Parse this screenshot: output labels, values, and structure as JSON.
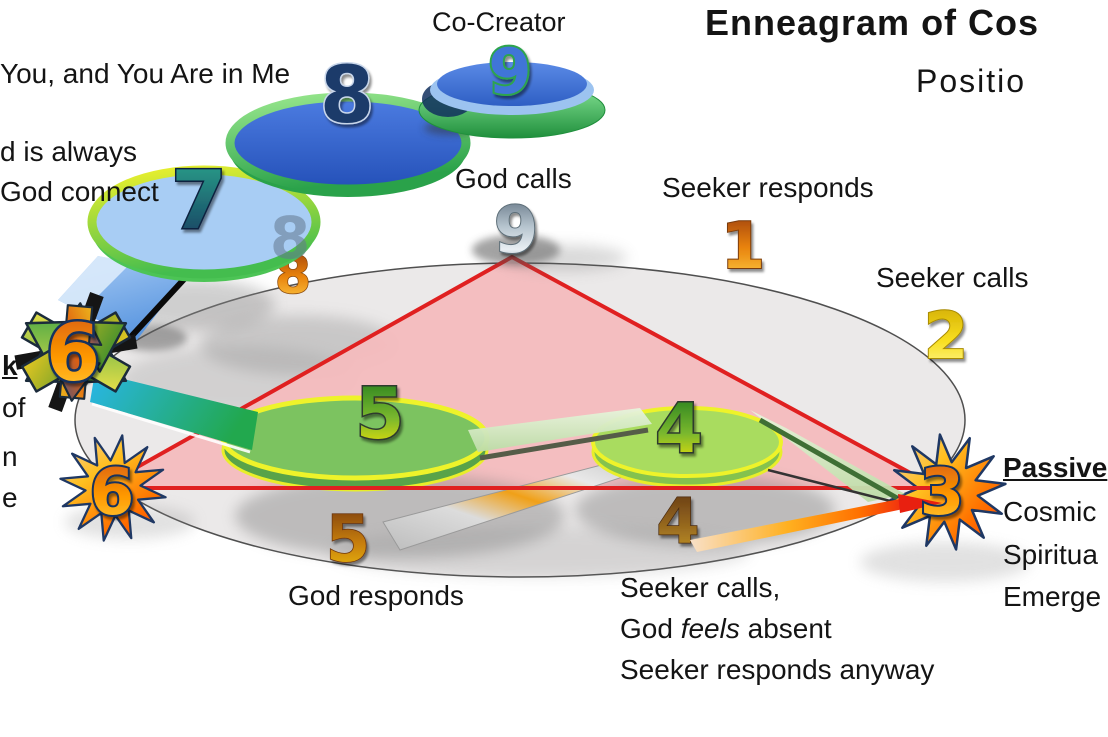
{
  "slide": {
    "title_line1": "Enneagram of Cos",
    "title_line2": "Positio"
  },
  "labels": {
    "co_creator": "Co-Creator",
    "you_me": "You, and You Are in Me",
    "d_always": "d is always",
    "god_connect": "God connect",
    "god_calls": "God calls",
    "seeker_responds": "Seeker responds",
    "seeker_calls": "Seeker calls",
    "god_responds": "God responds",
    "seeker_calls_2": "Seeker calls,",
    "god_feels_pre": "God ",
    "god_feels_italic": "feels",
    "god_feels_post": " absent",
    "seeker_responds_anyway": "Seeker responds anyway",
    "passive": "Passive",
    "cosmic": "Cosmic",
    "spiritua": "Spiritua",
    "emerge": "Emerge",
    "frag_k": "k",
    "frag_of": "of",
    "frag_n": "n",
    "frag_e": "e"
  },
  "numbers": {
    "cocreator_9": "9",
    "disc_8": "8",
    "disc_7": "7",
    "ghost_8_orange": "8",
    "ghost_8_gray": "8",
    "godcalls_9": "9",
    "pos_1": "1",
    "pos_2": "2",
    "disc_5": "5",
    "disc_4": "4",
    "base_5": "5",
    "base_4": "4",
    "arrow_6": "6",
    "star_6": "6",
    "star_3": "3"
  },
  "colors": {
    "triangle_stroke": "#e02020",
    "triangle_fill": "#f4bcbe",
    "base_ellipse_fill": "#ebe9e9",
    "disc5_fill": "#7cc360",
    "disc4_fill": "#a9dc5f",
    "disc7_fill": "#a8cdf4",
    "disc8_fill": "#2e5fd0",
    "disc_rim_yellow": "#f2f22c",
    "disc_rim_green": "#44bd4e",
    "starburst_orange": "#ff8c00",
    "number_navy": "#1f3864"
  }
}
